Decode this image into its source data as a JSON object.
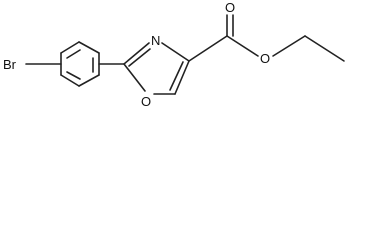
{
  "molecule": {
    "atoms": {
      "bromine": "Br",
      "ring_nitrogen": "N",
      "ring_oxygen": "O",
      "carbonyl_oxygen": "O",
      "ester_oxygen": "O"
    }
  }
}
